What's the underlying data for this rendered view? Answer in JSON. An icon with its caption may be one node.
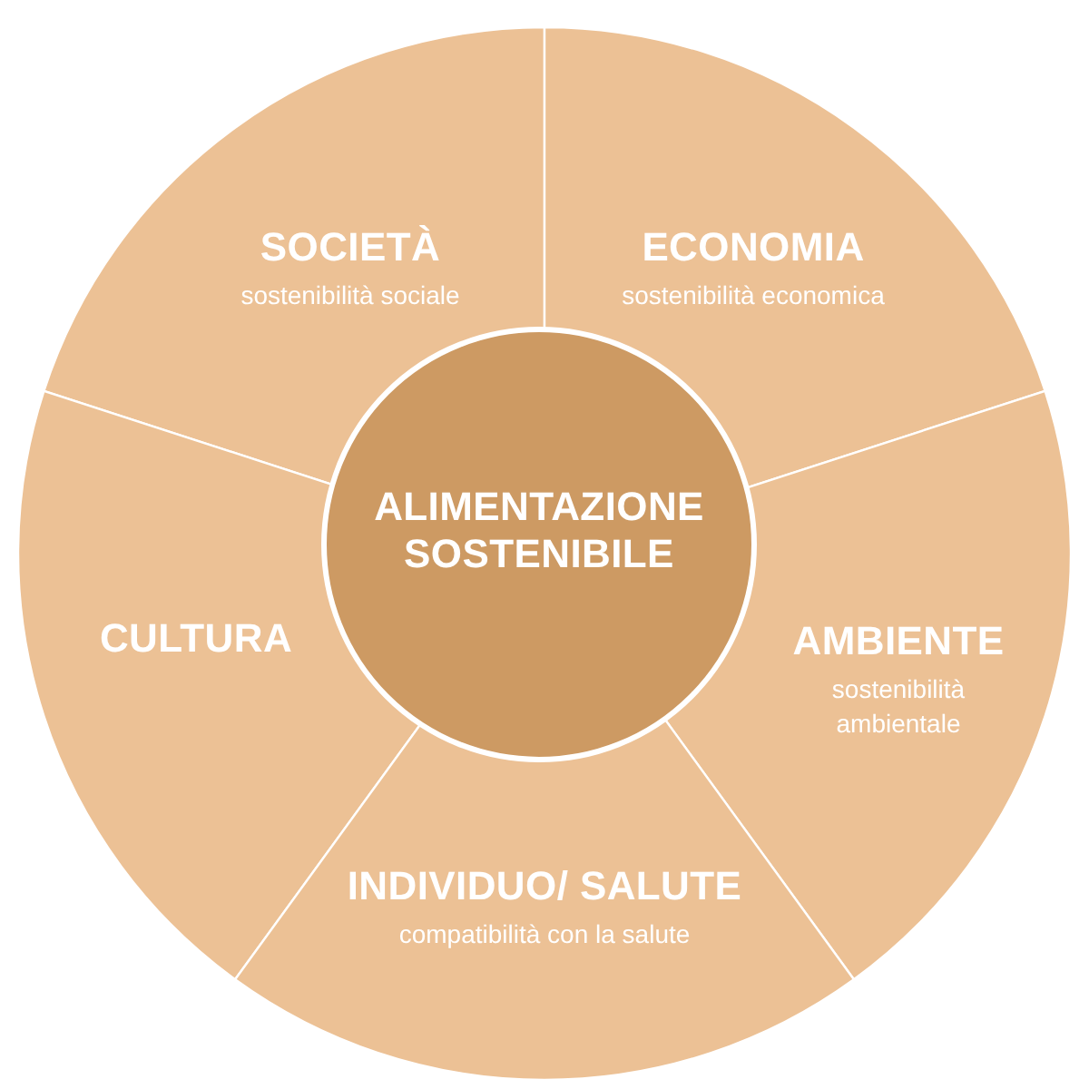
{
  "diagram": {
    "nodes": [
      {
        "text": [
          "SOCIETÀ",
          "sostenibilità sociale"
        ]
      },
      {
        "text": [
          "ECONOMIA",
          "sostenibilità economica"
        ]
      },
      {
        "text": [
          "ALIMENTAZIONE SOSTENIBILE"
        ]
      },
      {
        "text": [
          "CULTURA"
        ]
      },
      {
        "text": [
          "AMBIENTE",
          "sostenibilità ambientale"
        ]
      },
      {
        "text": [
          "INDIVIDUO/ SALUTE",
          "compatibilità con la salute"
        ]
      }
    ]
  }
}
